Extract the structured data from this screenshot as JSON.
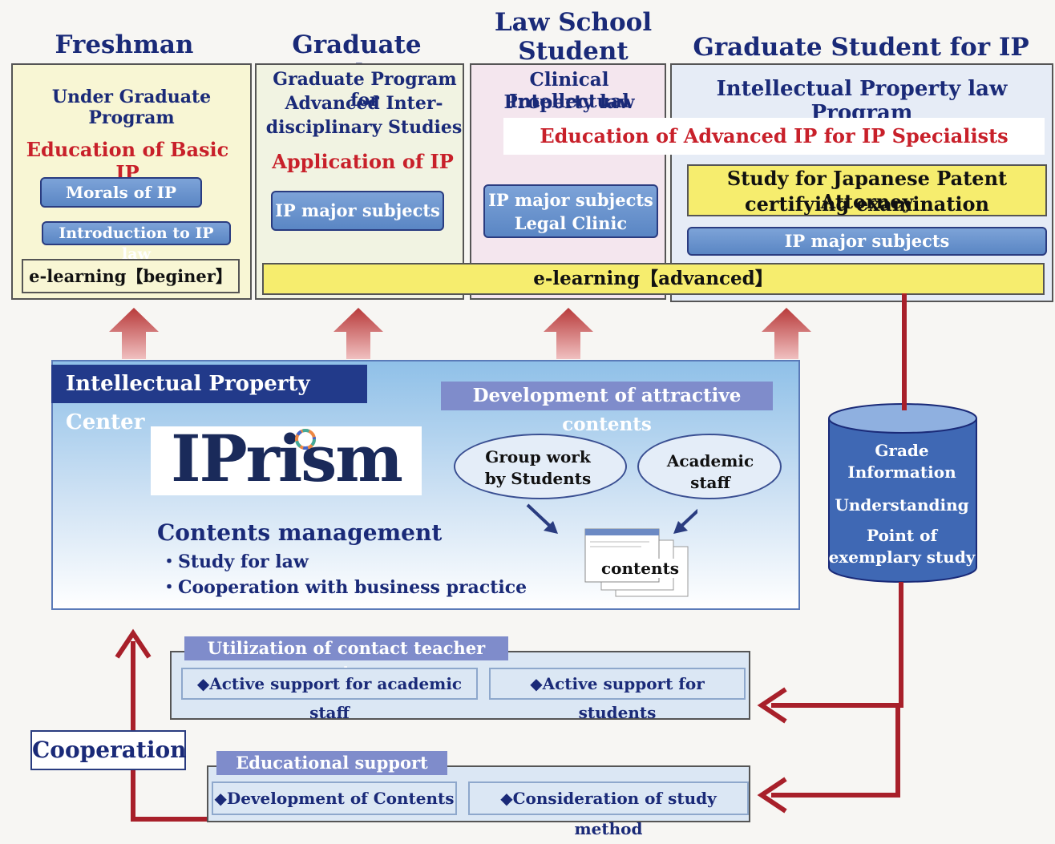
{
  "headers": {
    "freshman": "Freshman",
    "graduate": "Graduate student",
    "law_school_1": "Law School",
    "law_school_2": "Student",
    "ip_program": "Graduate Student for IP Program"
  },
  "col1": {
    "title": "Under Graduate Program",
    "red": "Education of Basic IP",
    "pill1": "Morals of  IP",
    "pill2": "Introduction  to IP law",
    "elearn": "e-learning【beginer】"
  },
  "col2": {
    "title1": "Graduate Program for",
    "title2": "Advanced Inter-",
    "title3": "disciplinary Studies",
    "red": "Application of  IP",
    "pill": "IP major subjects"
  },
  "col3": {
    "title1": "Clinical Intellectual",
    "title2": "Property law",
    "pill1": "IP major subjects",
    "pill2": "Legal Clinic"
  },
  "col4": {
    "title": "Intellectual Property law Program",
    "red": "Education of Advanced IP for IP Specialists",
    "yellow1": "Study for Japanese Patent Attorney",
    "yellow2": "certifying examination",
    "pill": "IP major subjects"
  },
  "elearning_advanced": "e-learning【advanced】",
  "center": {
    "title": "Intellectual Property Center",
    "dev": "Development of attractive contents",
    "logo": "IPrism",
    "mgmt": "Contents management",
    "bullet1": "・Study for law",
    "bullet2": "・Cooperation with business practice",
    "group1": "Group work",
    "group2": "by  Students",
    "staff1": "Academic",
    "staff2": "staff",
    "contents": "contents"
  },
  "db": {
    "l1": "Grade",
    "l2": "Information",
    "l3": "Understanding",
    "l4": "Point of",
    "l5": "exemplary study"
  },
  "contact": {
    "title": "Utilization of contact teacher system",
    "b1": "◆Active support for academic staff",
    "b2": "◆Active support for students"
  },
  "cooperation": "Cooperation",
  "edu": {
    "title": "Educational support",
    "b1": "◆Development of Contents",
    "b2": "◆Consideration of study method"
  },
  "colors": {
    "navy": "#1a2a78",
    "red": "#c8202a",
    "arrow": "#a8202a",
    "yellow": "#f6ed6e"
  }
}
